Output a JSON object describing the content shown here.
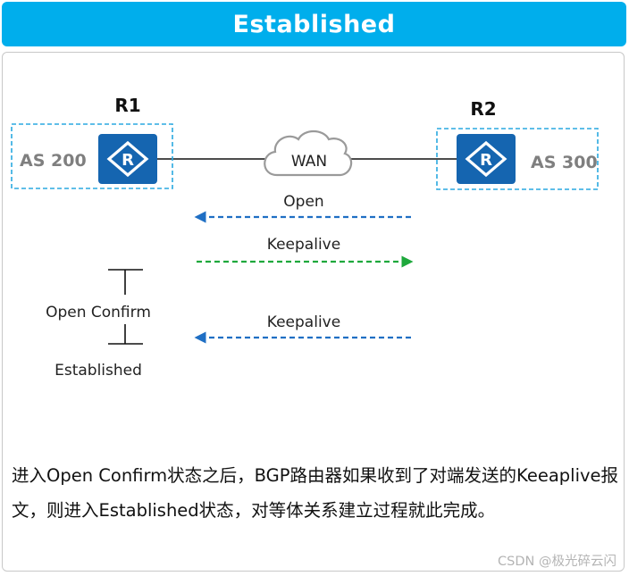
{
  "header": {
    "title": "Established"
  },
  "routers": {
    "r1": {
      "label": "R1",
      "as": "AS 200"
    },
    "r2": {
      "label": "R2",
      "as": "AS 300"
    }
  },
  "network": {
    "cloud_label": "WAN"
  },
  "messages": [
    {
      "label": "Open",
      "direction": "R2 to R1",
      "color": "#1f6fc4"
    },
    {
      "label": "Keepalive",
      "direction": "R1 to R2",
      "color": "#1ea83c"
    },
    {
      "label": "Keepalive",
      "direction": "R2 to R1",
      "color": "#1f6fc4"
    }
  ],
  "states": {
    "open_confirm": "Open Confirm",
    "established": "Established"
  },
  "description": "进入Open  Confirm状态之后，BGP路由器如果收到了对端发送的Keeaplive报文，则进入Established状态，对等体关系建立过程就此完成。",
  "watermark": "CSDN @极光碎云闪",
  "colors": {
    "header_bg": "#00aeec",
    "router_fill": "#1565b0",
    "dashed_box": "#2aa9e0",
    "as_text": "#7f7f7f"
  }
}
